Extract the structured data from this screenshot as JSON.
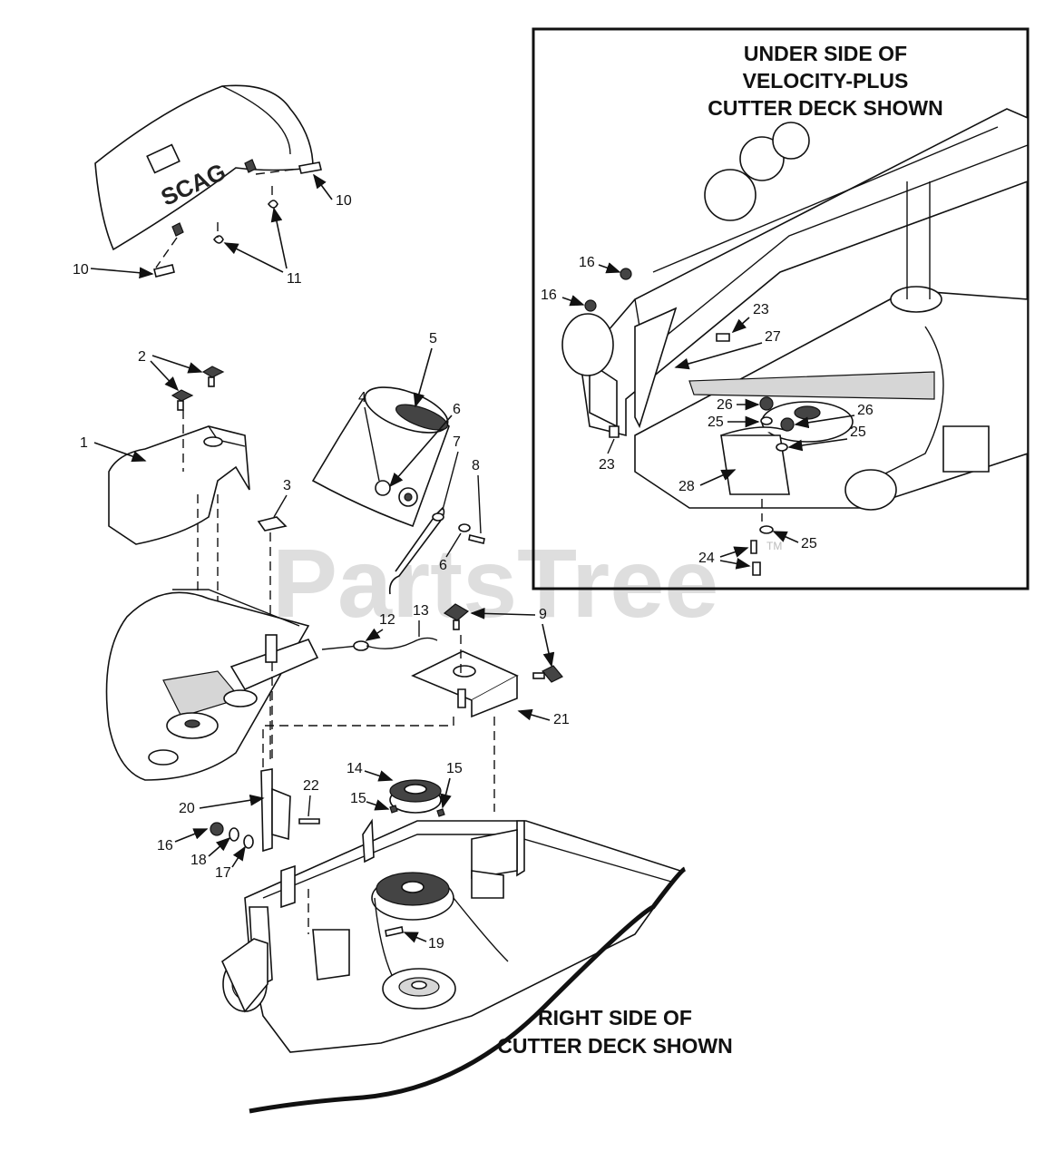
{
  "captions": {
    "inset": [
      "UNDER SIDE OF",
      "VELOCITY-PLUS",
      "CUTTER DECK SHOWN"
    ],
    "main": [
      "RIGHT SIDE OF",
      "CUTTER DECK SHOWN"
    ]
  },
  "brand_logo": "SCAG",
  "watermark": "PartsTree",
  "trademark": "TM",
  "callouts": {
    "c1": "1",
    "c2": "2",
    "c3": "3",
    "c4": "4",
    "c5": "5",
    "c6a": "6",
    "c6b": "6",
    "c7": "7",
    "c8": "8",
    "c9": "9",
    "c10a": "10",
    "c10b": "10",
    "c11": "11",
    "c12": "12",
    "c13": "13",
    "c14": "14",
    "c15a": "15",
    "c15b": "15",
    "c16a": "16",
    "c16b": "16",
    "c16c": "16",
    "c17": "17",
    "c18": "18",
    "c19": "19",
    "c20": "20",
    "c21": "21",
    "c22": "22",
    "c23a": "23",
    "c23b": "23",
    "c24": "24",
    "c25a": "25",
    "c25b": "25",
    "c25c": "25",
    "c26a": "26",
    "c26b": "26",
    "c27": "27",
    "c28": "28"
  }
}
